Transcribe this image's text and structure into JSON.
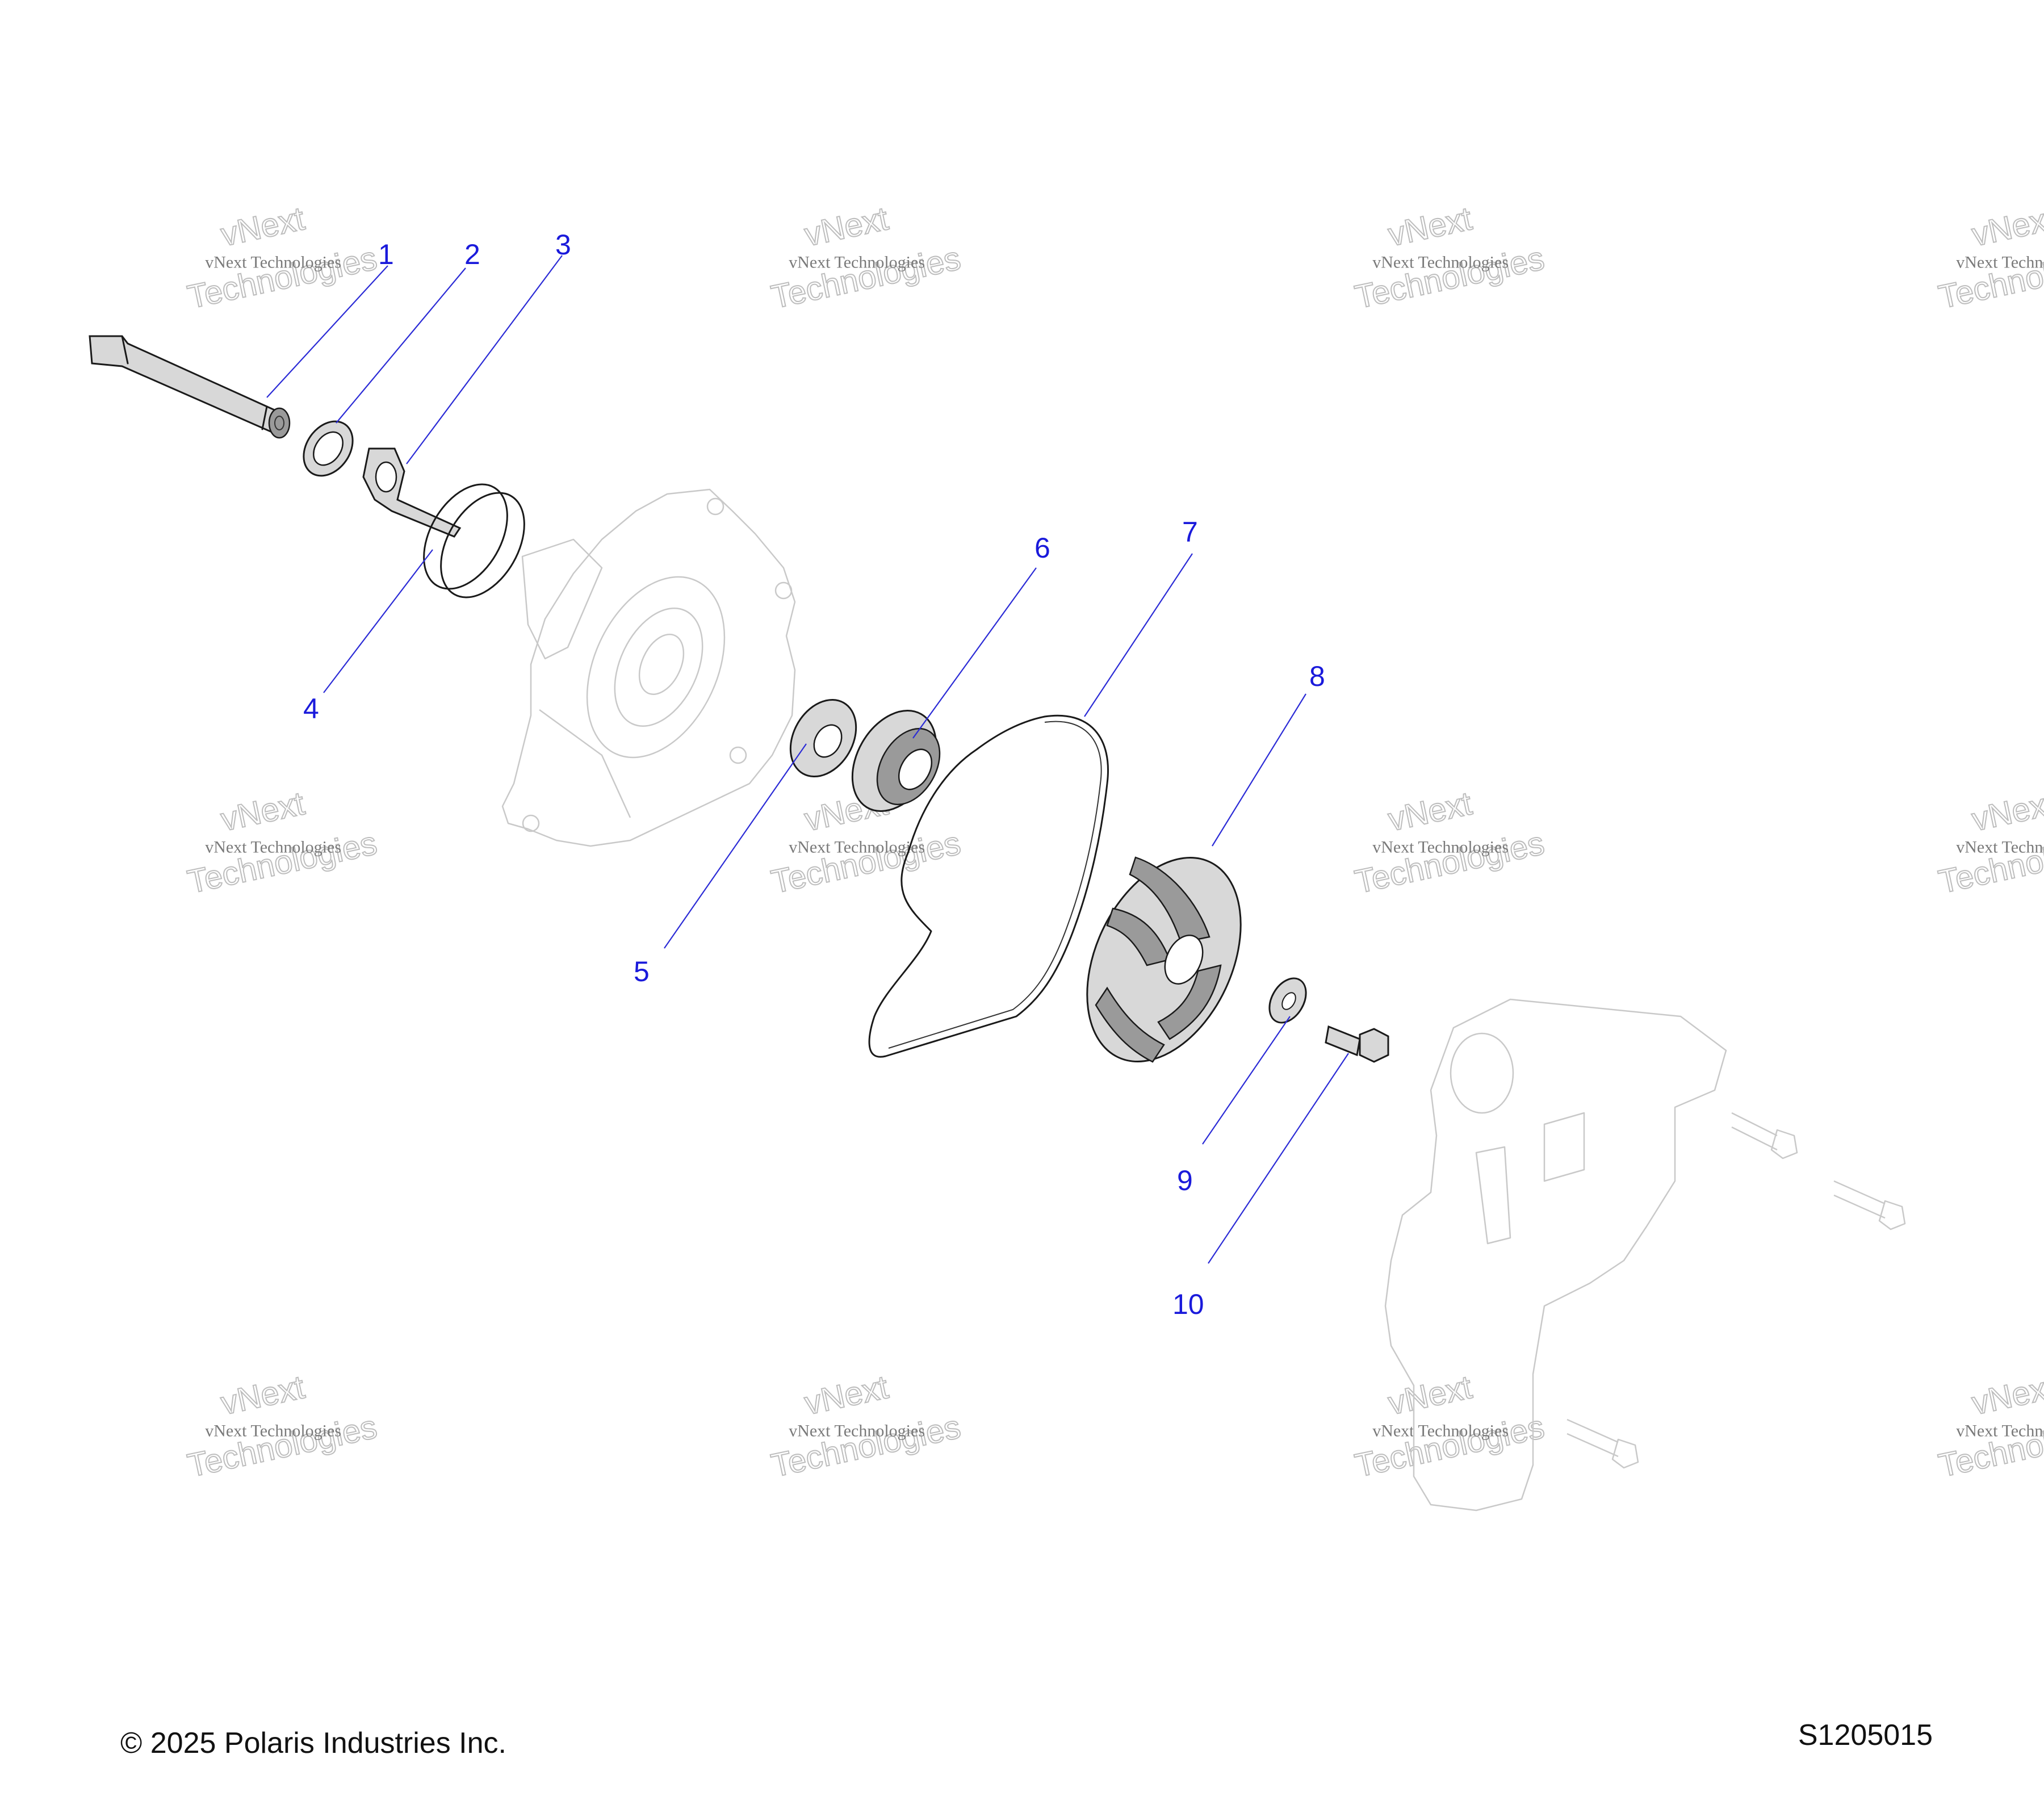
{
  "callouts": [
    {
      "id": "1",
      "label": "1"
    },
    {
      "id": "2",
      "label": "2"
    },
    {
      "id": "3",
      "label": "3"
    },
    {
      "id": "4",
      "label": "4"
    },
    {
      "id": "5",
      "label": "5"
    },
    {
      "id": "6",
      "label": "6"
    },
    {
      "id": "7",
      "label": "7"
    },
    {
      "id": "8",
      "label": "8"
    },
    {
      "id": "9",
      "label": "9"
    },
    {
      "id": "10",
      "label": "10"
    }
  ],
  "watermark": {
    "line1": "vNext Technologies",
    "line2": "vNext",
    "line3": "Technologies"
  },
  "footer": {
    "copyright": "© 2025 Polaris Industries Inc.",
    "figure_id": "S1205015"
  },
  "colors": {
    "callout": "#1a1adb",
    "leader": "#2b2bd6",
    "ink": "#1a1a1a",
    "ghost": "#c9c9c9"
  }
}
